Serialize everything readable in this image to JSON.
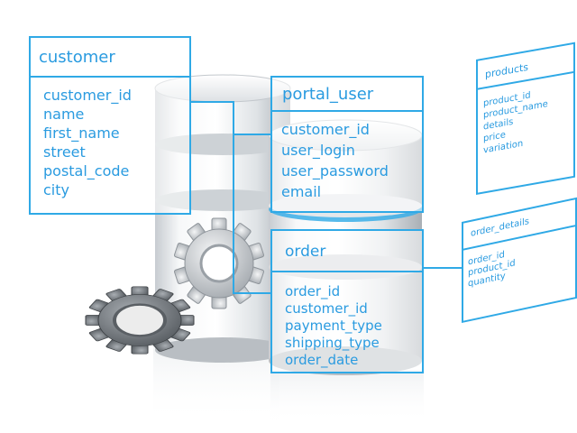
{
  "tables": {
    "customer": {
      "title": "customer",
      "fields": [
        "customer_id",
        "name",
        "first_name",
        "street",
        "postal_code",
        "city"
      ]
    },
    "portal_user": {
      "title": "portal_user",
      "fields": [
        "customer_id",
        "user_login",
        "user_password",
        "email"
      ]
    },
    "order": {
      "title": "order",
      "fields": [
        "order_id",
        "customer_id",
        "payment_type",
        "shipping_type",
        "order_date"
      ]
    },
    "products": {
      "title": "products",
      "fields": [
        "product_id",
        "product_name",
        "details",
        "price",
        "variation"
      ]
    },
    "order_details": {
      "title": "order_details",
      "fields": [
        "order_id",
        "product_id",
        "quantity"
      ]
    }
  },
  "colors": {
    "accent": "#2fa9e6",
    "text": "#2a9be0",
    "cylinder_light": "#f4f4f4",
    "cylinder_shade": "#bfc4c9",
    "gear_silver": "#c9ced3",
    "gear_dark": "#6f7479"
  },
  "icons": {
    "database": "database-cylinders-icon",
    "gear_large": "gear-icon",
    "gear_small": "gear-icon"
  }
}
